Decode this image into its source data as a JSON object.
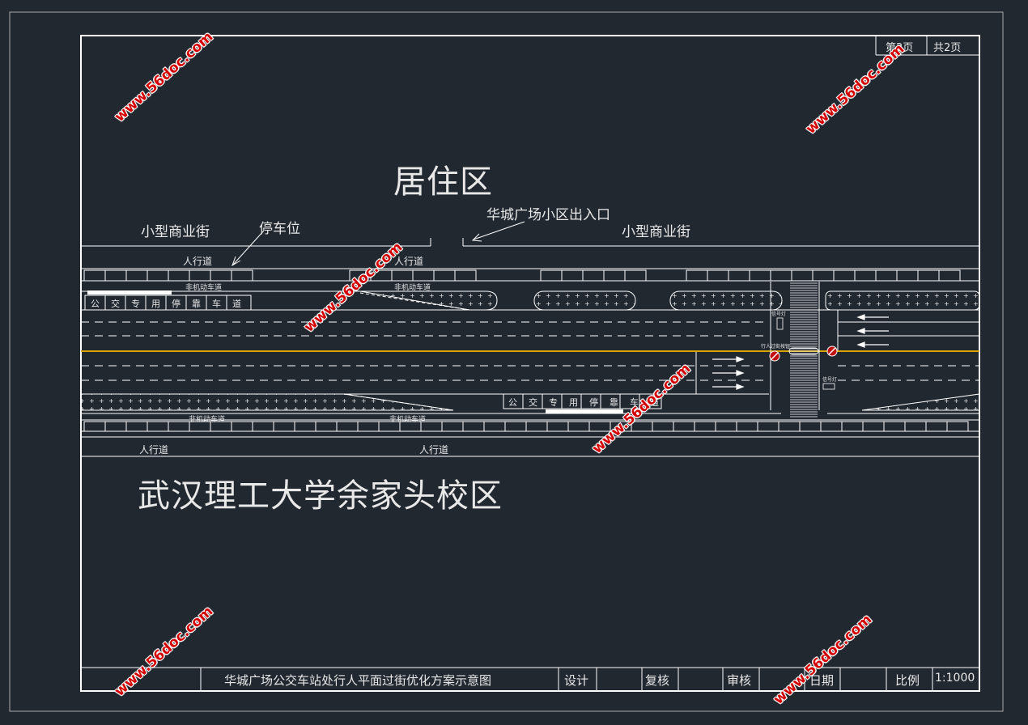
{
  "title_block": {
    "page_label": "第2页",
    "total_label": "共2页",
    "drawing_title": "华城广场公交车站处行人平面过街优化方案示意图",
    "design_label": "设计",
    "review_label": "复核",
    "audit_label": "审核",
    "date_label": "日期",
    "scale_label": "比例",
    "scale_value": "1:1000"
  },
  "zones": {
    "residential": "居住区",
    "campus": "武汉理工大学余家头校区",
    "shop_left": "小型商业街",
    "shop_right": "小型商业街",
    "parking": "停车位",
    "community_entrance": "华城广场小区出入口"
  },
  "road_labels": {
    "sidewalk_top_1": "人行道",
    "sidewalk_top_2": "人行道",
    "sidewalk_bottom_1": "人行道",
    "sidewalk_bottom_2": "人行道",
    "bike_top_1": "非机动车道",
    "bike_top_2": "非机动车道",
    "bike_bottom_1": "非机动车道",
    "bike_bottom_2": "非机动车道",
    "bus_bay_top": "公交专用停靠车道",
    "bus_bay_bottom": "公交专用停靠车道",
    "signal_1": "信号灯",
    "signal_2": "信号灯",
    "crossing_button": "行人过街按钮"
  },
  "watermark": "www.56doc.com",
  "colors": {
    "background": "#212830",
    "line": "#e8e8e8",
    "centerline": "#d9a400",
    "watermark": "#d40000"
  }
}
